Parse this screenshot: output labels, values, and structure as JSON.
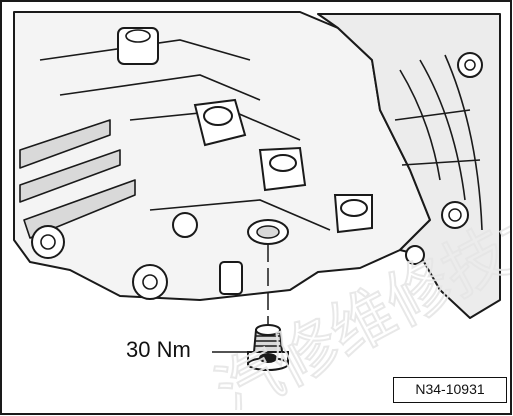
{
  "diagram": {
    "torque_label": "30 Nm",
    "figure_reference": "N34-10931",
    "watermark_text": "汽修维修技术",
    "colors": {
      "line": "#1a1a1a",
      "fill": "#ffffff",
      "shade": "#d9d9d9",
      "watermark": "#e6e6e6"
    }
  }
}
